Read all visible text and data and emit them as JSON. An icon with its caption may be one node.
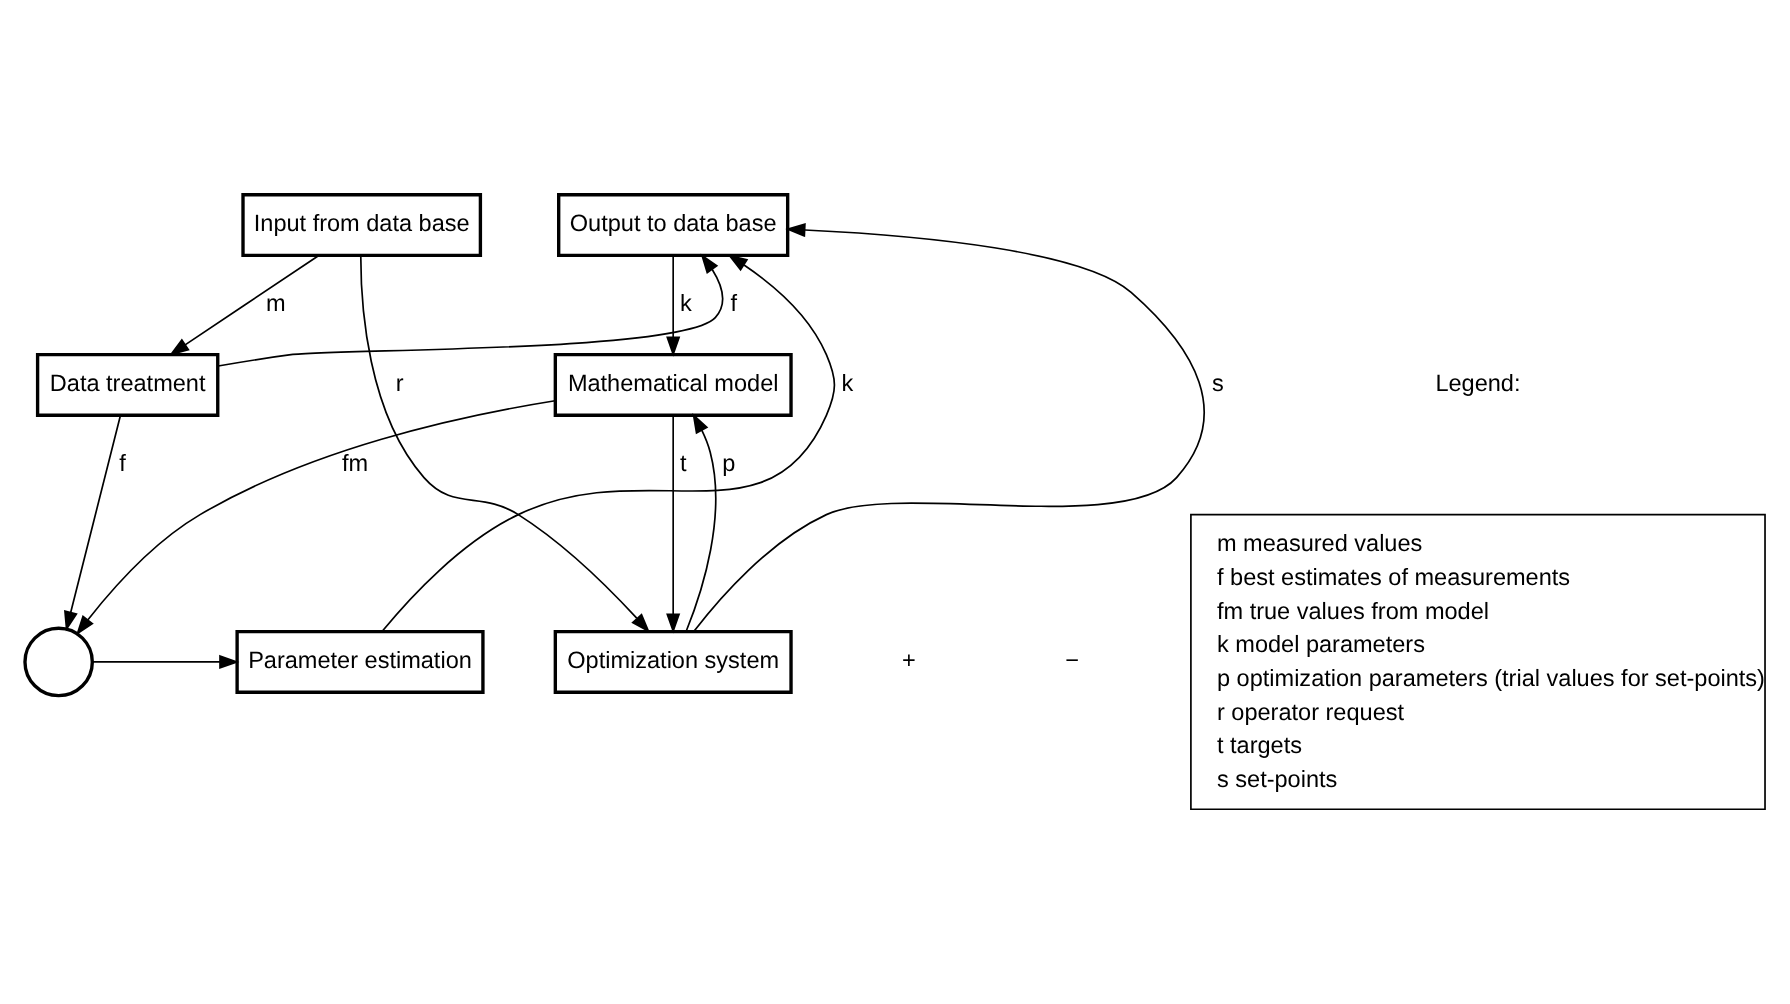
{
  "diagram": {
    "nodes": [
      {
        "text": [
          "Input from data base"
        ]
      },
      {
        "text": [
          "Output to data base"
        ]
      },
      {
        "text": [
          "Data treatment"
        ]
      },
      {
        "text": [],
        "shape": "circle"
      },
      {
        "text": [
          "Parameter estimation"
        ]
      },
      {
        "text": [
          "Mathematical model"
        ]
      },
      {
        "text": [
          "Optimization system"
        ]
      }
    ],
    "edges": [
      {
        "from": 0,
        "to": 2,
        "arrow": "to",
        "label": "m"
      },
      {
        "from": 0,
        "to": 6,
        "arrow": "to",
        "label": "r"
      },
      {
        "from": 2,
        "to": 1,
        "arrow": "to",
        "label": "f"
      },
      {
        "from": 2,
        "to": 3,
        "arrow": "to",
        "label": "f"
      },
      {
        "from": 3,
        "to": 4,
        "arrow": "to"
      },
      {
        "from": 4,
        "to": 1,
        "arrow": "to",
        "label": "k"
      },
      {
        "from": 1,
        "to": 5,
        "arrow": "to",
        "label": "k"
      },
      {
        "from": 5,
        "to": 3,
        "arrow": "to",
        "label": "fm"
      },
      {
        "from": 5,
        "to": 6,
        "arrow": "to",
        "label": "t"
      },
      {
        "from": 6,
        "to": 5,
        "arrow": "to",
        "label": "p"
      },
      {
        "from": 6,
        "to": 1,
        "arrow": "to",
        "label": "s"
      }
    ],
    "labels": [
      "+",
      "−",
      "Legend:"
    ],
    "legend": [
      {
        "text": "m measured values"
      },
      {
        "text": "f best estimates of measurements"
      },
      {
        "text": "fm true values from model"
      },
      {
        "text": "k model parameters"
      },
      {
        "text": "p optimization parameters (trial values for set-points)"
      },
      {
        "text": "r operator request"
      },
      {
        "text": "t targets"
      },
      {
        "text": "s set-points"
      }
    ]
  }
}
